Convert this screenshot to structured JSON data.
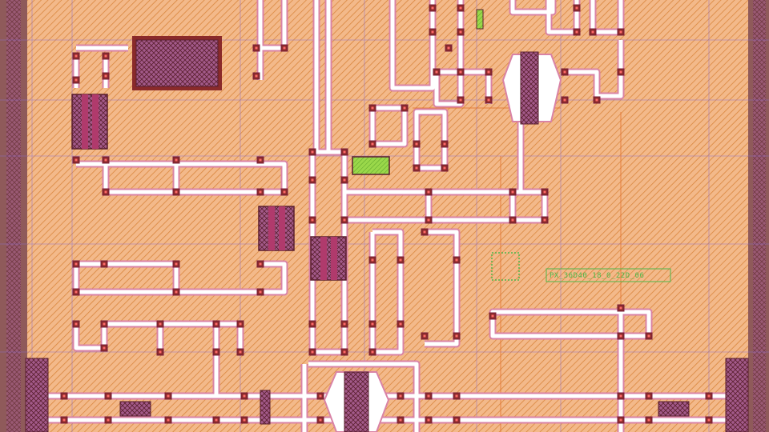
{
  "layout": {
    "cell_label": "PX_36D40_18_0_22D_06",
    "colors": {
      "substrate": "#f3b98a",
      "diffusion_hatch": "#d9863d",
      "metal1": "#ffffff",
      "metal1_edge": "#d983a6",
      "poly": "#b03a6c",
      "via": "#8a2a2a",
      "contact": "#7a1f3a",
      "device_fill": "#a35a8a",
      "device_edge": "#5a1f2e",
      "boundary": "#8f5a5a",
      "gridline": "#8a6fd0",
      "resistor_green": "#9ad84a",
      "label_green": "#4db84a"
    },
    "icons": {
      "via": "via-square",
      "contact": "contact-square"
    }
  }
}
